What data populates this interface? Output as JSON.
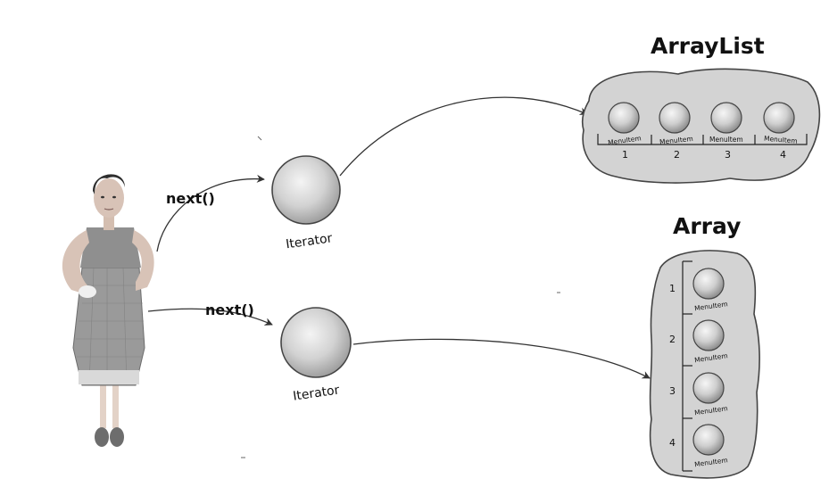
{
  "arraylist": {
    "title": "ArrayList",
    "items": [
      {
        "label": "MenuItem",
        "index": "1"
      },
      {
        "label": "MenuItem",
        "index": "2"
      },
      {
        "label": "MenuItem",
        "index": "3"
      },
      {
        "label": "MenuItem",
        "index": "4"
      }
    ]
  },
  "array": {
    "title": "Array",
    "items": [
      {
        "label": "MenuItem",
        "index": "1"
      },
      {
        "label": "MenuItem",
        "index": "2"
      },
      {
        "label": "MenuItem",
        "index": "3"
      },
      {
        "label": "MenuItem",
        "index": "4"
      }
    ]
  },
  "iterators": [
    {
      "label": "Iterator",
      "call": "next()"
    },
    {
      "label": "Iterator",
      "call": "next()"
    }
  ]
}
